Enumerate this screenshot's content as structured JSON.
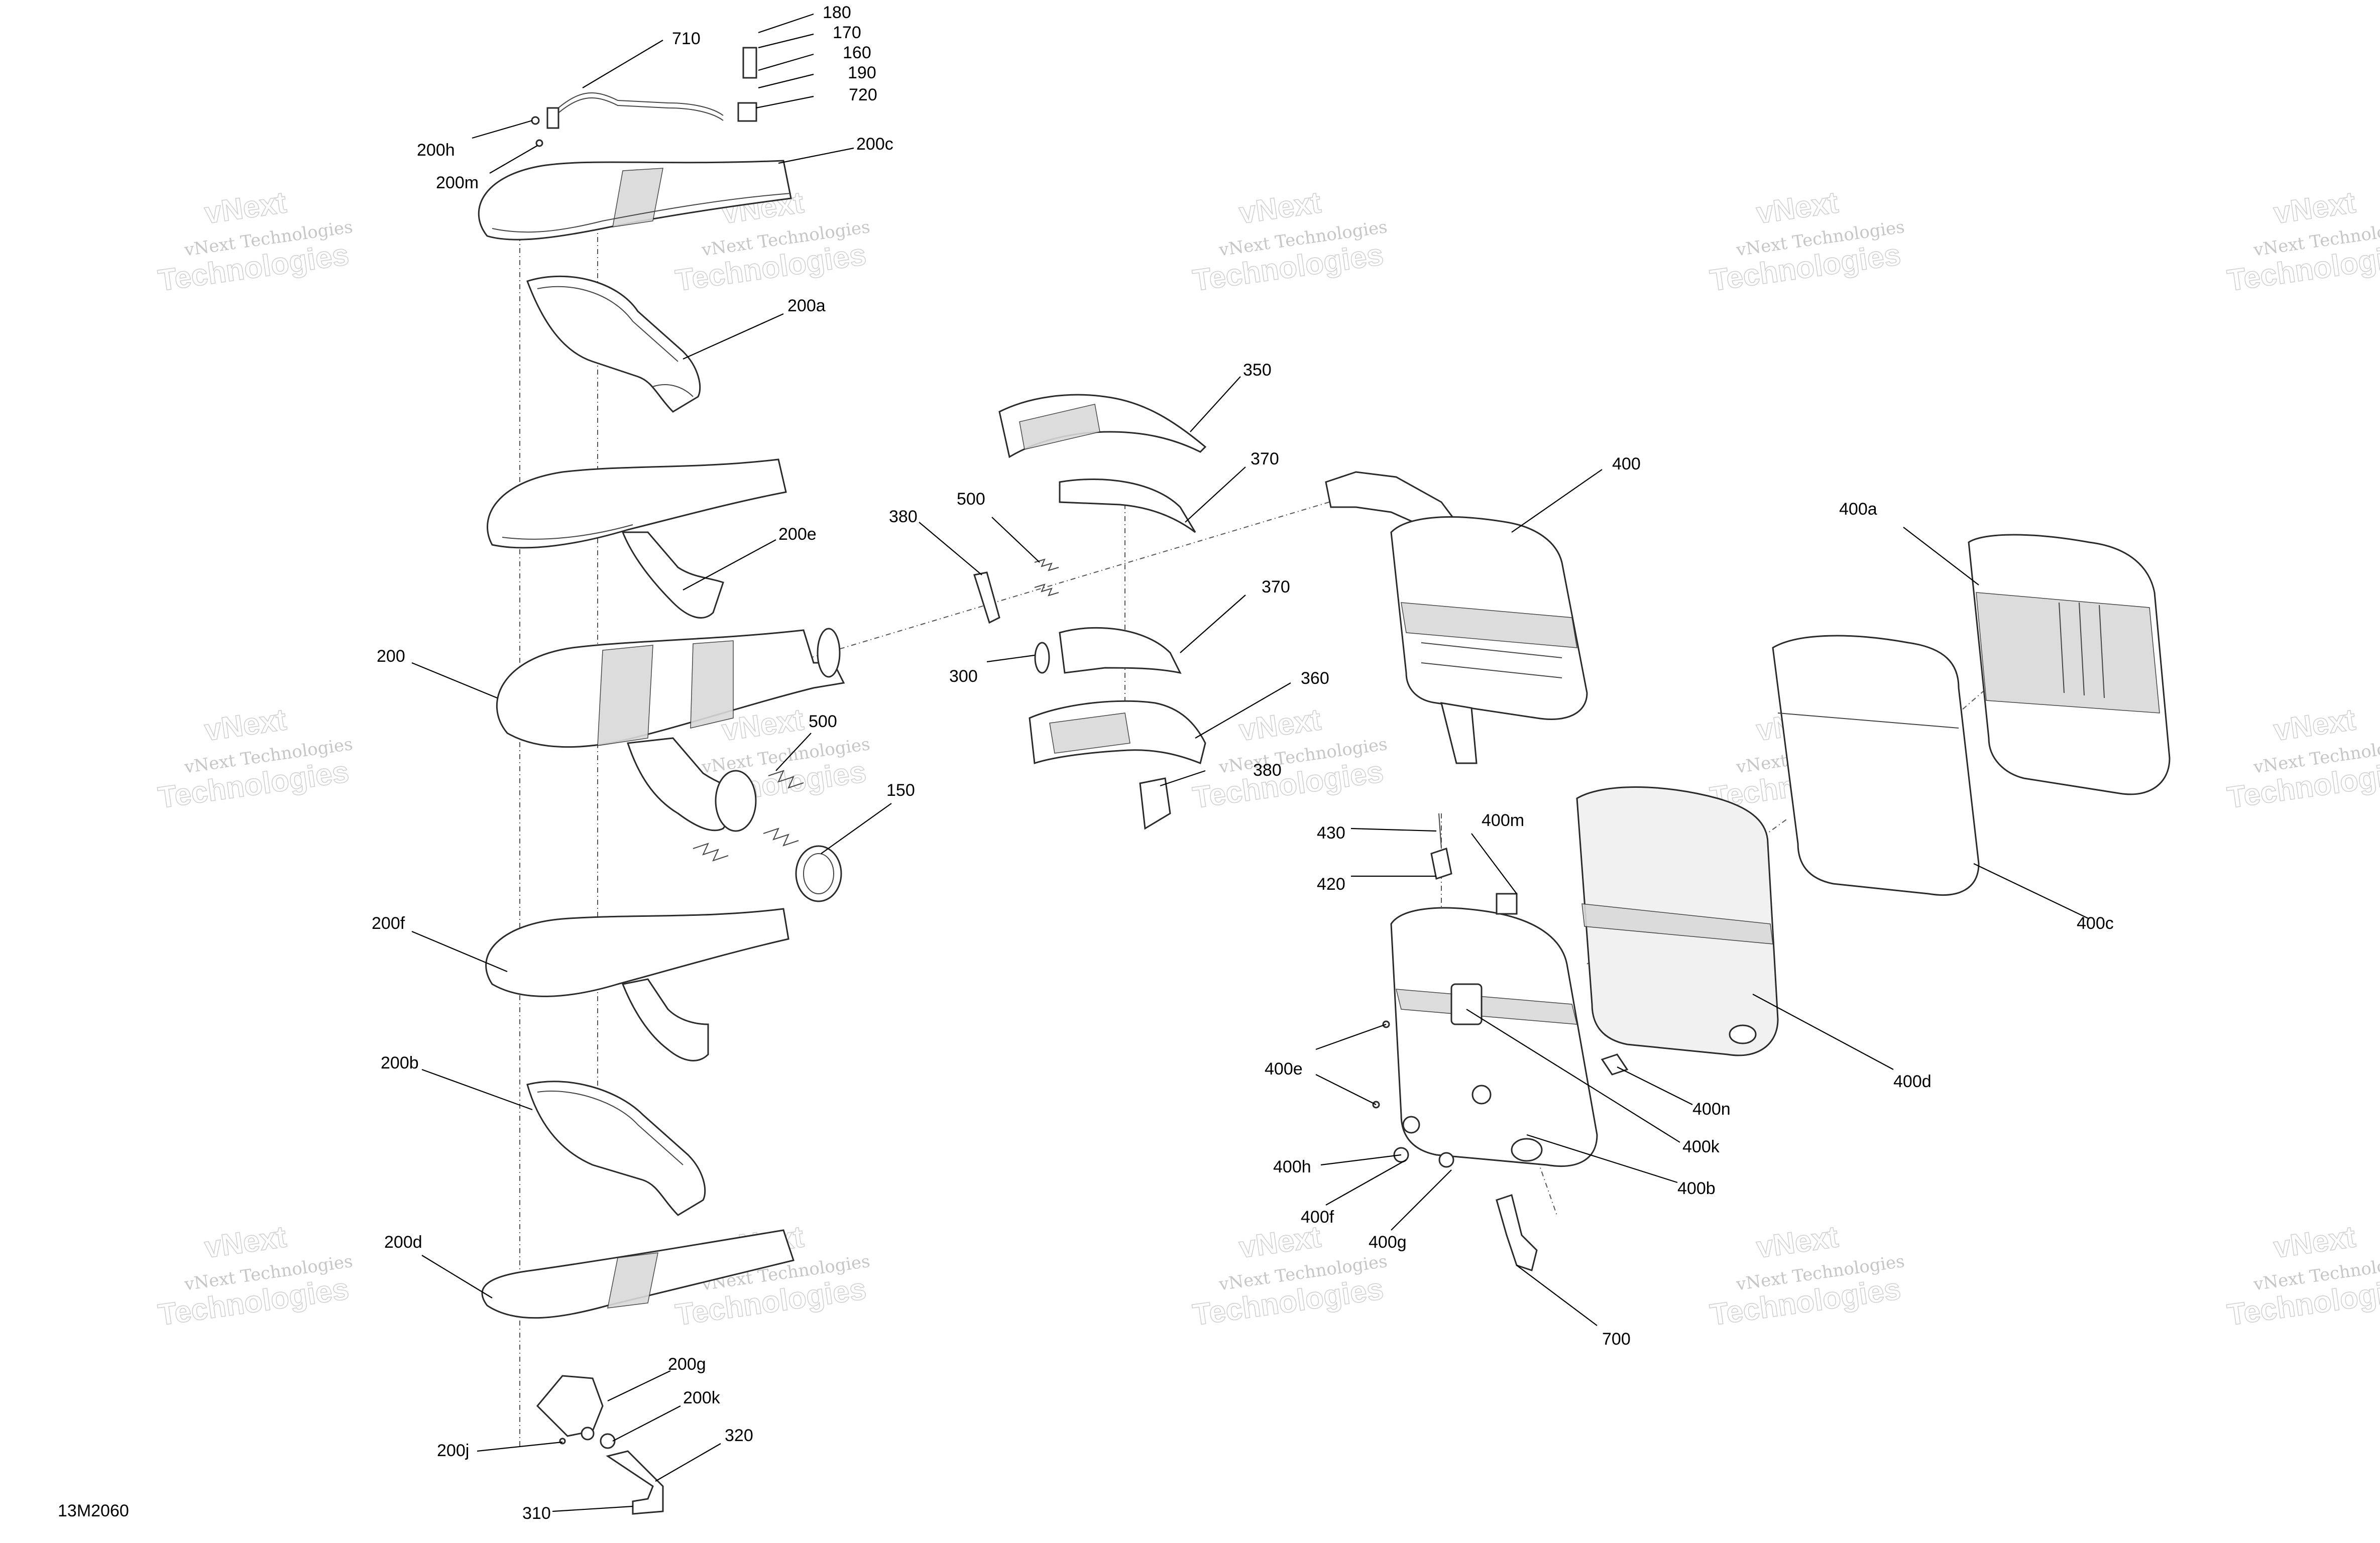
{
  "diagram": {
    "reference_code": "13M2060",
    "watermark": {
      "line1": "vNext",
      "line2": "vNext Technologies",
      "line3": "Technologies"
    },
    "callouts": [
      {
        "id": "c-180",
        "label": "180"
      },
      {
        "id": "c-710",
        "label": "710"
      },
      {
        "id": "c-170",
        "label": "170"
      },
      {
        "id": "c-160",
        "label": "160"
      },
      {
        "id": "c-190",
        "label": "190"
      },
      {
        "id": "c-720",
        "label": "720"
      },
      {
        "id": "c-200h",
        "label": "200h"
      },
      {
        "id": "c-200m",
        "label": "200m"
      },
      {
        "id": "c-200c",
        "label": "200c"
      },
      {
        "id": "c-200a",
        "label": "200a"
      },
      {
        "id": "c-200e",
        "label": "200e"
      },
      {
        "id": "c-200",
        "label": "200"
      },
      {
        "id": "c-500a",
        "label": "500"
      },
      {
        "id": "c-150",
        "label": "150"
      },
      {
        "id": "c-200f",
        "label": "200f"
      },
      {
        "id": "c-200b",
        "label": "200b"
      },
      {
        "id": "c-200d",
        "label": "200d"
      },
      {
        "id": "c-200g",
        "label": "200g"
      },
      {
        "id": "c-200k",
        "label": "200k"
      },
      {
        "id": "c-200j",
        "label": "200j"
      },
      {
        "id": "c-320",
        "label": "320"
      },
      {
        "id": "c-310",
        "label": "310"
      },
      {
        "id": "c-350",
        "label": "350"
      },
      {
        "id": "c-370a",
        "label": "370"
      },
      {
        "id": "c-500b",
        "label": "500"
      },
      {
        "id": "c-380a",
        "label": "380"
      },
      {
        "id": "c-370b",
        "label": "370"
      },
      {
        "id": "c-300",
        "label": "300"
      },
      {
        "id": "c-360",
        "label": "360"
      },
      {
        "id": "c-380b",
        "label": "380"
      },
      {
        "id": "c-400",
        "label": "400"
      },
      {
        "id": "c-400a",
        "label": "400a"
      },
      {
        "id": "c-430",
        "label": "430"
      },
      {
        "id": "c-400m",
        "label": "400m"
      },
      {
        "id": "c-420",
        "label": "420"
      },
      {
        "id": "c-400c",
        "label": "400c"
      },
      {
        "id": "c-400d",
        "label": "400d"
      },
      {
        "id": "c-400e",
        "label": "400e"
      },
      {
        "id": "c-400n",
        "label": "400n"
      },
      {
        "id": "c-400k",
        "label": "400k"
      },
      {
        "id": "c-400h",
        "label": "400h"
      },
      {
        "id": "c-400b",
        "label": "400b"
      },
      {
        "id": "c-400f",
        "label": "400f"
      },
      {
        "id": "c-400g",
        "label": "400g"
      },
      {
        "id": "c-700",
        "label": "700"
      }
    ]
  }
}
